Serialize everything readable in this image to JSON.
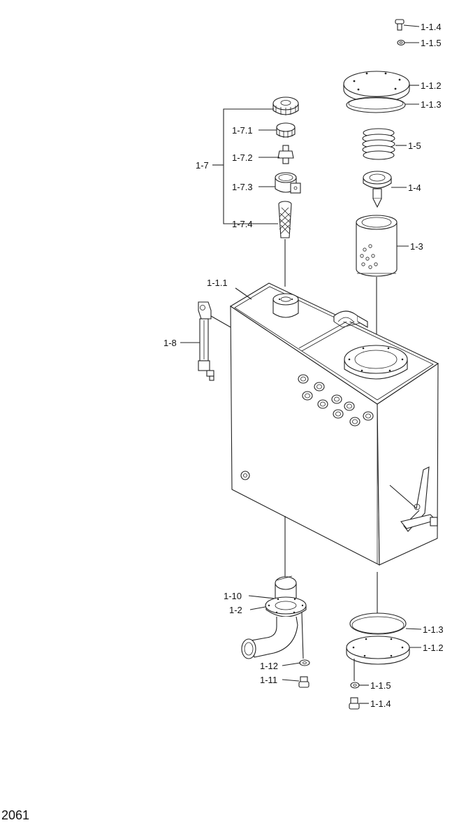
{
  "diagram": {
    "figure_number": "2061",
    "callouts": {
      "c_1_1_4_top": "1-1.4",
      "c_1_1_5_top": "1-1.5",
      "c_1_1_2_top": "1-1.2",
      "c_1_1_3_top": "1-1.3",
      "c_1_5": "1-5",
      "c_1_4": "1-4",
      "c_1_3": "1-3",
      "c_1_7": "1-7",
      "c_1_7_1": "1-7.1",
      "c_1_7_2": "1-7.2",
      "c_1_7_3": "1-7.3",
      "c_1_7_4": "1-7.4",
      "c_1_1_1": "1-1.1",
      "c_1_8": "1-8",
      "c_1_10": "1-10",
      "c_1_2": "1-2",
      "c_1_12": "1-12",
      "c_1_11": "1-11",
      "c_1_1_3_bot": "1-1.3",
      "c_1_1_2_bot": "1-1.2",
      "c_1_1_5_bot": "1-1.5",
      "c_1_1_4_bot": "1-1.4"
    }
  }
}
